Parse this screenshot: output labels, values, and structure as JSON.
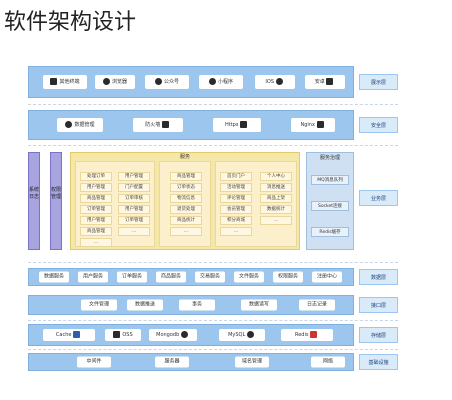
{
  "title": "软件架构设计",
  "layers": {
    "display": {
      "label": "展示层",
      "items": [
        {
          "text": "其他终端",
          "icon": "monitor-icon"
        },
        {
          "text": "浏览器",
          "icon": "browser-icon"
        },
        {
          "text": "公众号",
          "icon": "wechat-icon"
        },
        {
          "text": "小程序",
          "icon": "mini-program-icon"
        },
        {
          "text": "IOS",
          "icon": "apple-icon"
        },
        {
          "text": "安卓",
          "icon": "android-icon"
        }
      ]
    },
    "security": {
      "label": "安全层",
      "items": [
        {
          "text": "数据管理",
          "icon": "lock-icon"
        },
        {
          "text": "防火墙",
          "icon": "firewall-icon"
        },
        {
          "text": "Https",
          "icon": "ssl-icon"
        },
        {
          "text": "Nginx",
          "icon": "nginx-icon"
        }
      ]
    },
    "service": {
      "label": "业务层",
      "left_bars": [
        "系统日志",
        "权限管理"
      ],
      "business_title": "服务",
      "columns": [
        [
          "处理订单",
          "用户管理",
          "商品管理",
          "订单管理",
          "用户管理",
          "商品管理",
          "..."
        ],
        [
          "用户管理",
          "门户配置",
          "订单审核",
          "用户管理",
          "订单管理",
          "..."
        ],
        [
          "商品管理",
          "订单状态",
          "物流信息",
          "退货处理",
          "商品统计",
          "..."
        ],
        [
          "首页门户",
          "活动管理",
          "评论管理",
          "会员管理",
          "积分商城",
          "..."
        ],
        [
          "个人中心",
          "消息推送",
          "商品上架",
          "数据统计",
          "..."
        ]
      ],
      "governance": {
        "title": "服务治理",
        "items": [
          "MQ消息队列",
          "Socket连接",
          "Redis缓存"
        ]
      }
    },
    "data_access": {
      "label": "数据层",
      "items": [
        "数据服务",
        "用户服务",
        "订单服务",
        "商品服务",
        "交易服务",
        "文件服务",
        "权限服务",
        "注册中心"
      ]
    },
    "interface": {
      "label": "接口层",
      "items": [
        "文件管理",
        "数据推送",
        "事务",
        "数据读写",
        "日志记录"
      ]
    },
    "storage": {
      "label": "存储层",
      "items": [
        {
          "text": "Cache",
          "icon": "cache-icon"
        },
        {
          "text": "OSS",
          "icon": "oss-icon"
        },
        {
          "text": "Mongodb",
          "icon": "mongodb-icon"
        },
        {
          "text": "MySQL",
          "icon": "mysql-icon"
        },
        {
          "text": "Redis",
          "icon": "redis-icon"
        }
      ]
    },
    "infrastructure": {
      "label": "基础设施",
      "items": [
        "中间件",
        "服务器",
        "域名管理",
        "网络"
      ]
    }
  }
}
